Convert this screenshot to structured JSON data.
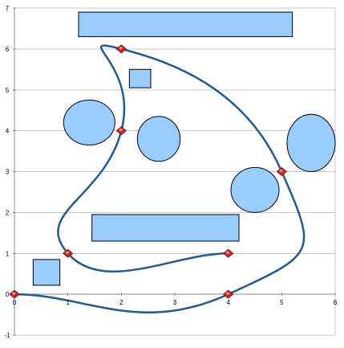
{
  "chart_data": {
    "type": "scatter",
    "x_ticks": [
      "0",
      "1",
      "2",
      "3",
      "4",
      "5",
      "6"
    ],
    "y_ticks": [
      "-1",
      "0",
      "1",
      "2",
      "3",
      "4",
      "5",
      "6",
      "7"
    ],
    "xlim": [
      0,
      6
    ],
    "ylim": [
      -1,
      7
    ],
    "grid": "horizontal",
    "path_color": "#1f5b99",
    "waypoint_color": "#d62020",
    "obstacle_color": "#99ccff",
    "path_points": [
      [
        4,
        1
      ],
      [
        1,
        1
      ],
      [
        2,
        4
      ],
      [
        2,
        6
      ],
      [
        5,
        3
      ],
      [
        4,
        0
      ],
      [
        0,
        0
      ]
    ],
    "obstacles": [
      {
        "shape": "rect",
        "x1": 1.2,
        "y1": 6.3,
        "x2": 5.2,
        "y2": 6.9
      },
      {
        "shape": "rect",
        "x1": 2.15,
        "y1": 5.05,
        "x2": 2.55,
        "y2": 5.5
      },
      {
        "shape": "ellipse",
        "cx": 1.4,
        "cy": 4.2,
        "rx": 0.48,
        "ry": 0.55
      },
      {
        "shape": "ellipse",
        "cx": 2.7,
        "cy": 3.8,
        "rx": 0.4,
        "ry": 0.55
      },
      {
        "shape": "ellipse",
        "cx": 5.55,
        "cy": 3.7,
        "rx": 0.45,
        "ry": 0.7
      },
      {
        "shape": "ellipse",
        "cx": 4.5,
        "cy": 2.55,
        "rx": 0.45,
        "ry": 0.55
      },
      {
        "shape": "rect",
        "x1": 1.45,
        "y1": 1.3,
        "x2": 4.2,
        "y2": 1.95
      },
      {
        "shape": "rect",
        "x1": 0.35,
        "y1": 0.22,
        "x2": 0.85,
        "y2": 0.85
      }
    ]
  }
}
